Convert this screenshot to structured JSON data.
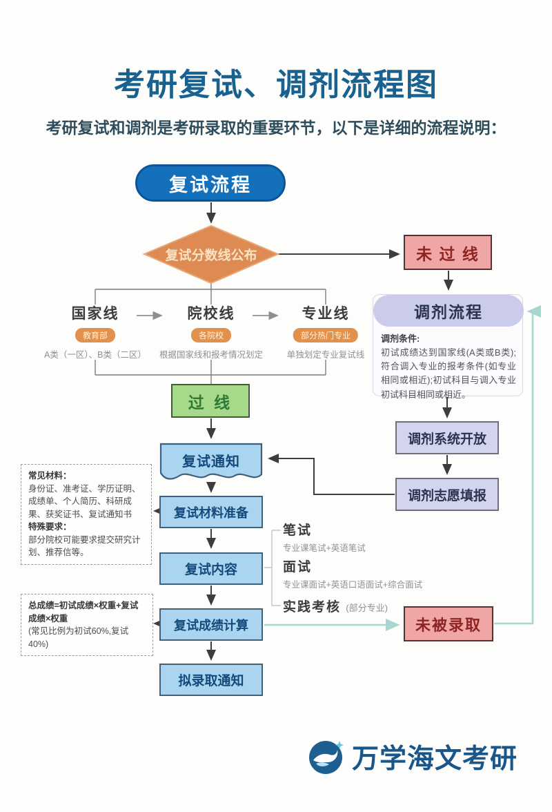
{
  "header": {
    "title": "考研复试、调剂流程图",
    "subtitle": "考研复试和调剂是考研录取的重要环节，以下是详细的流程说明："
  },
  "review_flow": {
    "start": "复试流程",
    "decision": "复试分数线公布",
    "not_passed": "未 过 线",
    "passed": "过 线",
    "score_lines": [
      {
        "name": "国家线",
        "badge": "教育部",
        "desc": "A类（一区）、B类（二区）"
      },
      {
        "name": "院校线",
        "badge": "各院校",
        "desc": "根据国家线和报考情况划定"
      },
      {
        "name": "专业线",
        "badge": "部分热门专业",
        "desc": "单独划定专业复试线"
      }
    ],
    "steps": {
      "notice": "复试通知",
      "materials": "复试材料准备",
      "content": "复试内容",
      "score": "复试成绩计算",
      "admission": "拟录取通知"
    },
    "content_details": [
      {
        "title": "笔试",
        "desc": "专业课笔试+英语笔试"
      },
      {
        "title": "面试",
        "desc": "专业课面试+英语口语面试+综合面试"
      },
      {
        "title": "实践考核",
        "note": "(部分专业)"
      }
    ],
    "not_admitted": "未被录取"
  },
  "adjust_flow": {
    "title": "调剂流程",
    "condition_label": "调剂条件:",
    "condition_text": "初试成绩达到国家线(A类或B类);符合调入专业的报考条件(如专业相同或相近);初试科目与调入专业初试科目相同或相近。",
    "steps": {
      "system_open": "调剂系统开放",
      "volunteer": "调剂志愿填报"
    }
  },
  "notes": {
    "materials": {
      "label1": "常见材料：",
      "text1": "身份证、准考证、学历证明、成绩单、个人简历、科研成果、获奖证书、复试通知书",
      "label2": "特殊要求：",
      "text2": "部分院校可能要求提交研究计划、推荐信等。"
    },
    "total_score": {
      "formula": "总成绩=初试成绩×权重+复试成绩×权重",
      "ratio": "(常见比例为初试60%,复试40%)"
    }
  },
  "footer": {
    "brand": "万学海文考研"
  },
  "colors": {
    "title_blue": "#19618f",
    "start_blue": "#1470bb",
    "diamond_orange": "#dd8b52",
    "fail_pink": "#f1a6a6",
    "fail_text_red": "#8e2525",
    "pass_green": "#a7d98b",
    "step_blue": "#a9d5f0",
    "adjust_lavender": "#cbcce9",
    "badge_orange": "#e2914c",
    "loop_teal": "#a6d7d0"
  }
}
